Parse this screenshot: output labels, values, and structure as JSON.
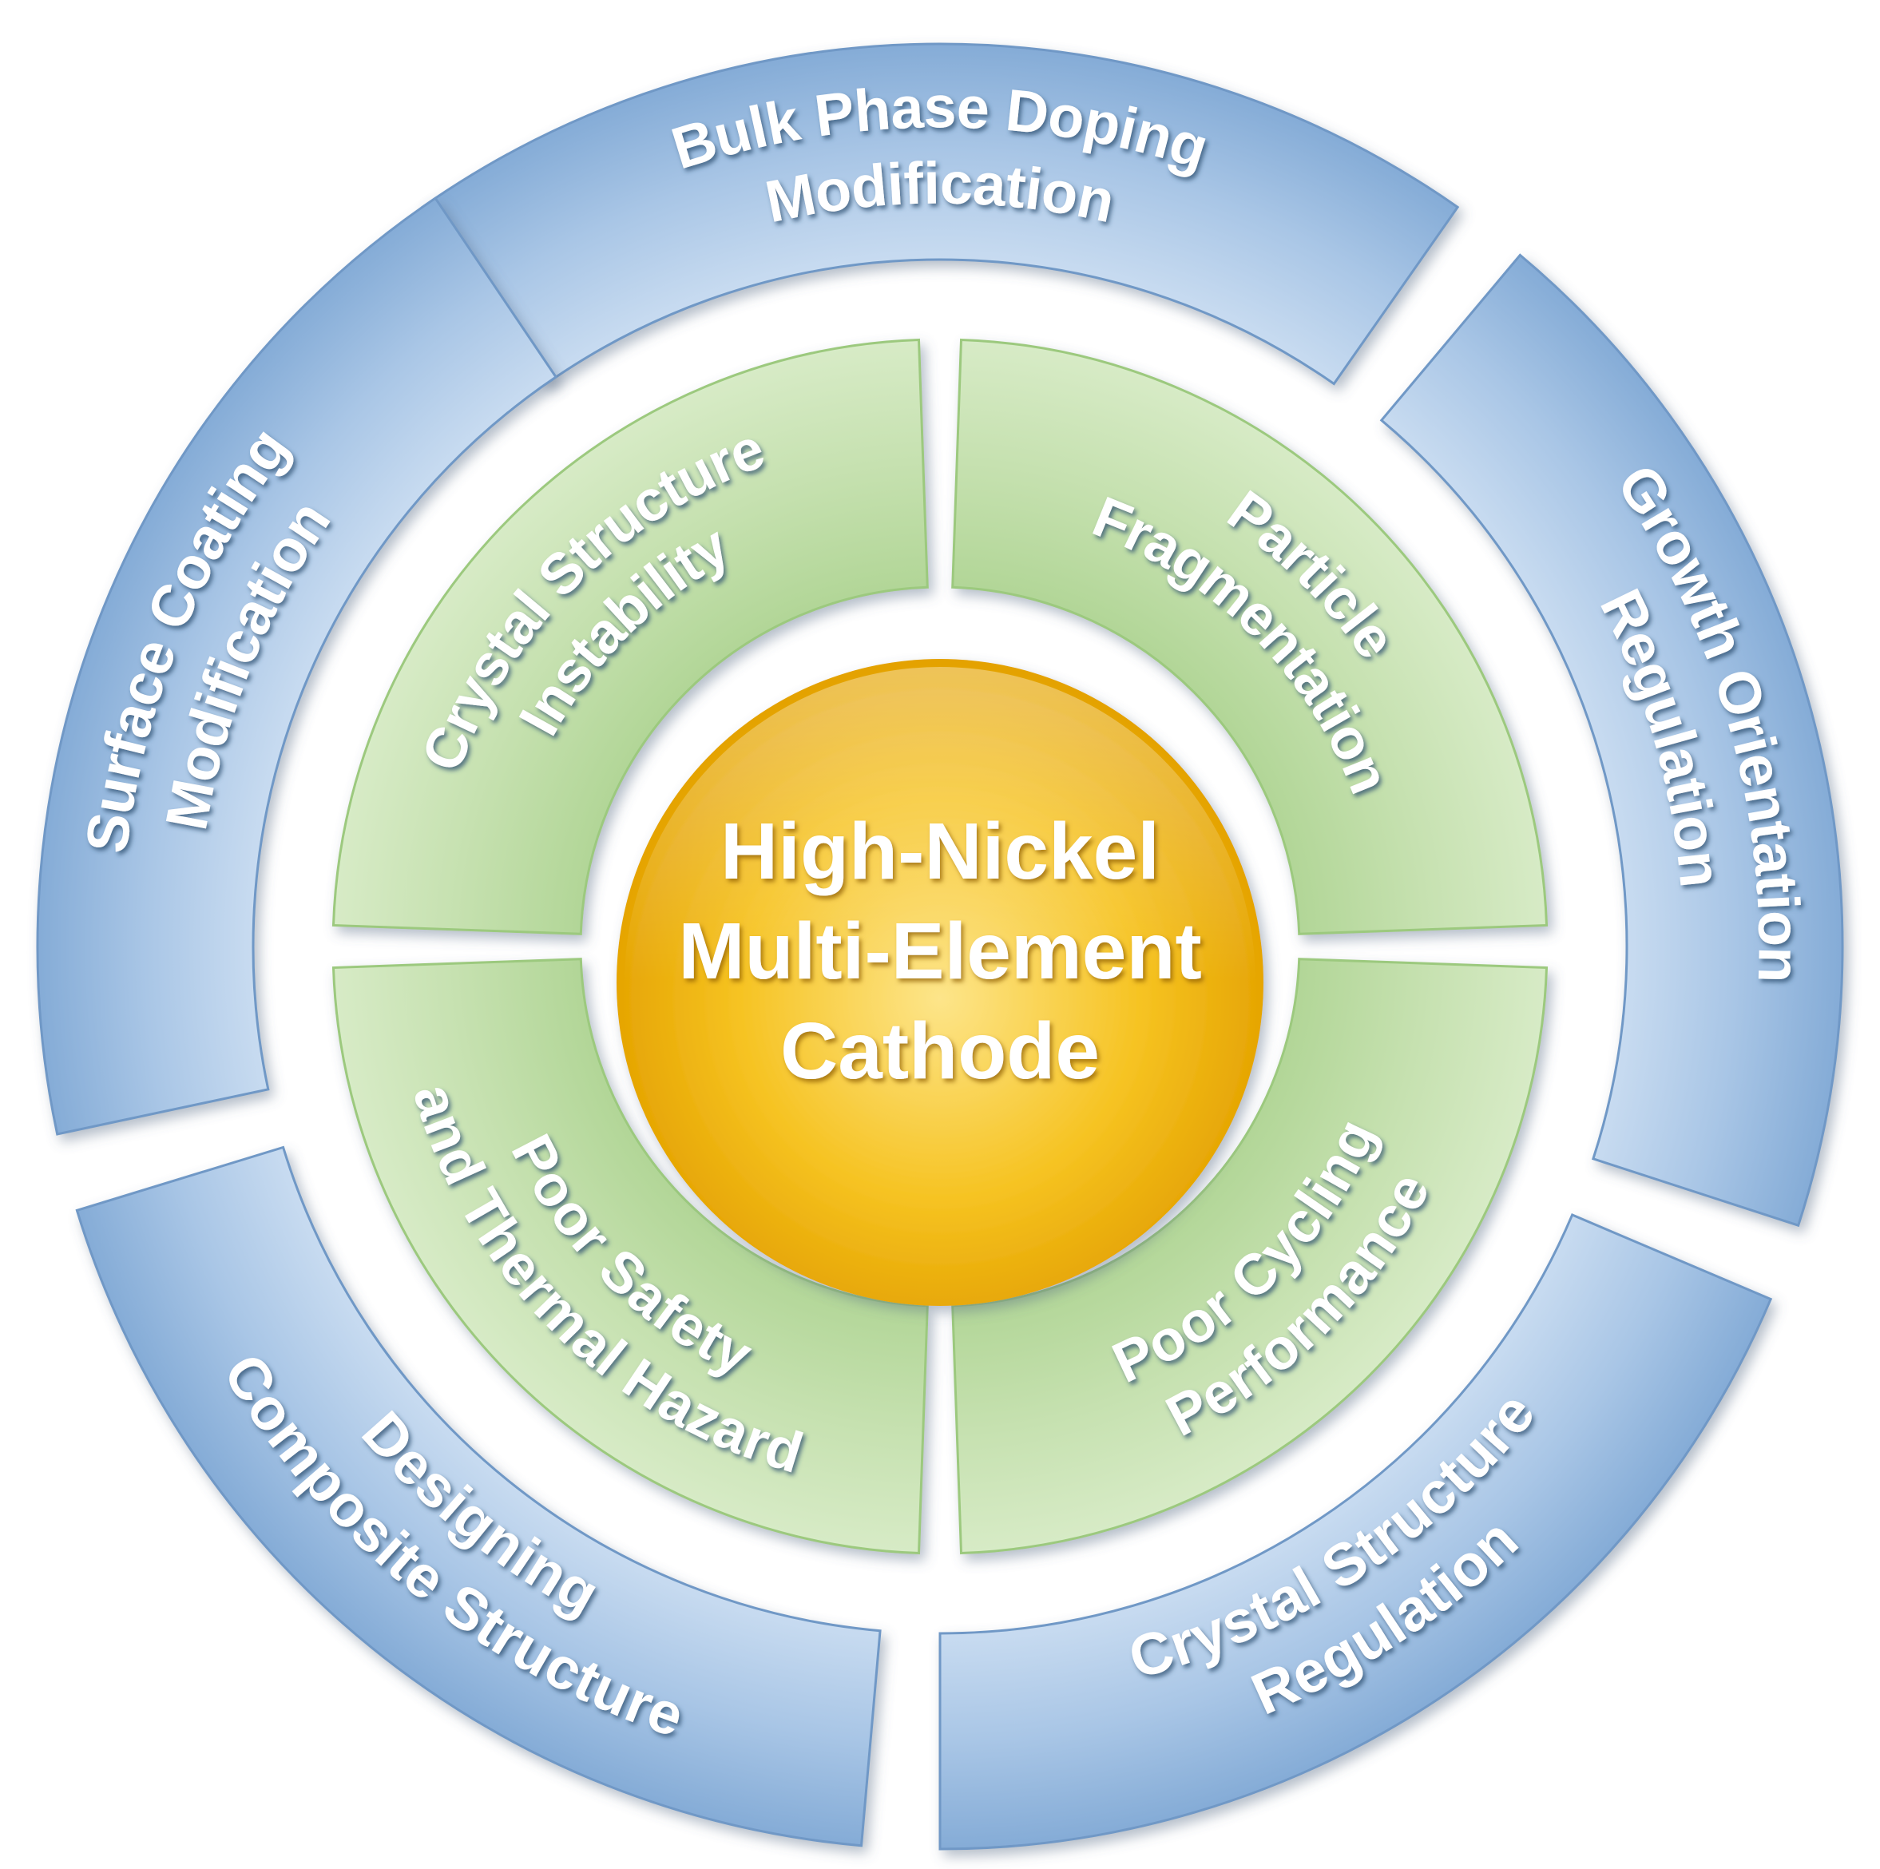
{
  "center": {
    "lines": [
      "High-Nickel",
      "Multi-Element",
      "Cathode"
    ]
  },
  "inner_ring": [
    {
      "lines": [
        "Crystal Structure",
        "Instability"
      ]
    },
    {
      "lines": [
        "Particle",
        "Fragmentation"
      ]
    },
    {
      "lines": [
        "Poor Cycling",
        "Performance"
      ]
    },
    {
      "lines": [
        "Poor Safety",
        "and Thermal Hazard"
      ]
    }
  ],
  "outer_ring": [
    {
      "lines": [
        "Bulk Phase Doping",
        "Modification"
      ]
    },
    {
      "lines": [
        "Growth Orientation",
        "Regulation"
      ]
    },
    {
      "lines": [
        "Crystal Structure",
        "Regulation"
      ]
    },
    {
      "lines": [
        "Designing",
        "Composite Structure"
      ]
    },
    {
      "lines": [
        "Surface Coating",
        "Modification"
      ]
    }
  ],
  "colors": {
    "outer_light": "#dbe8f6",
    "outer_dark": "#7ea7d4",
    "outer_edge": "#6f98c6",
    "inner_light": "#d4e8c2",
    "inner_dark": "#8fc46e",
    "center_light": "#fde58a",
    "center_dark": "#e8a900",
    "text_shadow": "#2f4f6f"
  }
}
